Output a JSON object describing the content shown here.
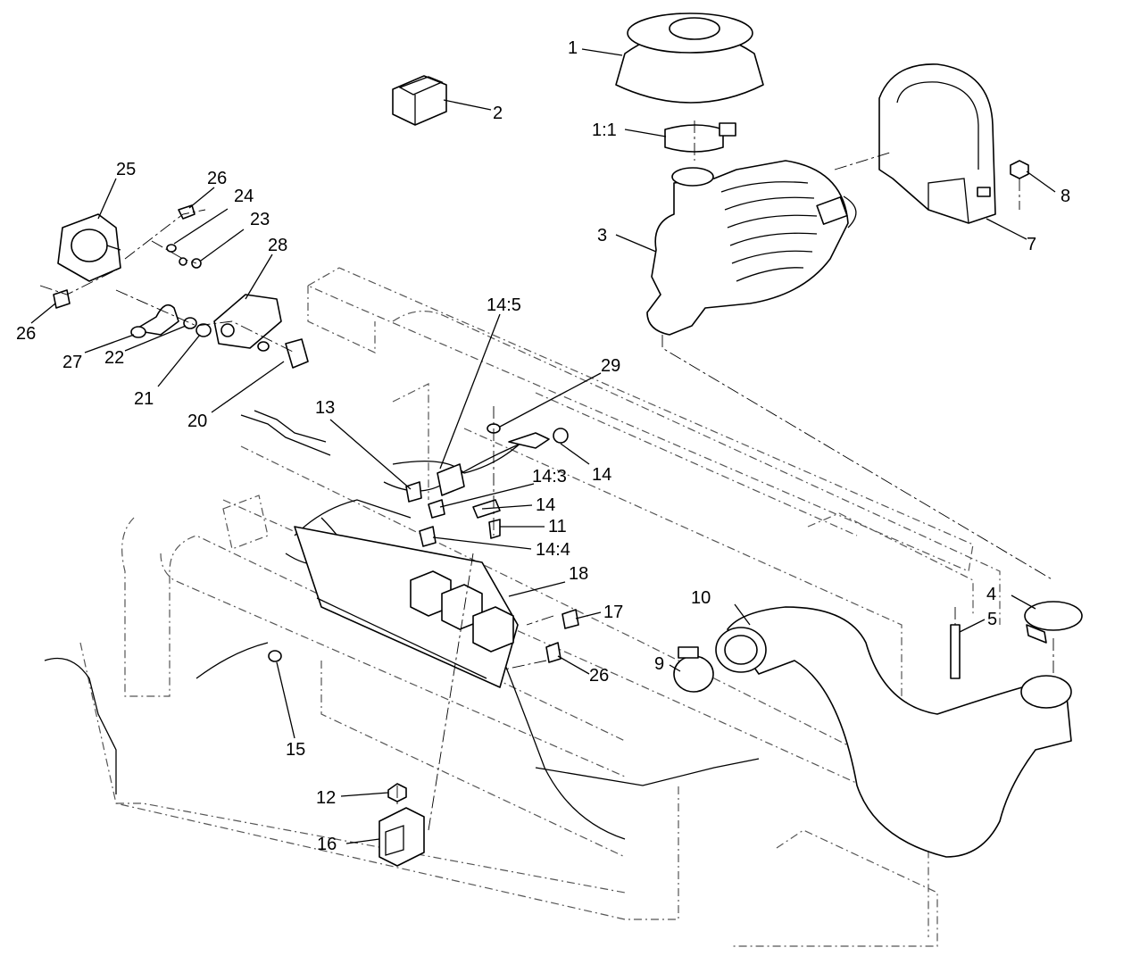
{
  "callouts": [
    {
      "id": "c1",
      "label": "1"
    },
    {
      "id": "c2",
      "label": "2"
    },
    {
      "id": "c1_1",
      "label": "1:1"
    },
    {
      "id": "c3",
      "label": "3"
    },
    {
      "id": "c4",
      "label": "4"
    },
    {
      "id": "c5",
      "label": "5"
    },
    {
      "id": "c7",
      "label": "7"
    },
    {
      "id": "c8",
      "label": "8"
    },
    {
      "id": "c9",
      "label": "9"
    },
    {
      "id": "c10",
      "label": "10"
    },
    {
      "id": "c11",
      "label": "11"
    },
    {
      "id": "c12",
      "label": "12"
    },
    {
      "id": "c13",
      "label": "13"
    },
    {
      "id": "c14a",
      "label": "14"
    },
    {
      "id": "c14b",
      "label": "14"
    },
    {
      "id": "c14_3",
      "label": "14:3"
    },
    {
      "id": "c14_4",
      "label": "14:4"
    },
    {
      "id": "c14_5",
      "label": "14:5"
    },
    {
      "id": "c15",
      "label": "15"
    },
    {
      "id": "c16",
      "label": "16"
    },
    {
      "id": "c17",
      "label": "17"
    },
    {
      "id": "c18",
      "label": "18"
    },
    {
      "id": "c20",
      "label": "20"
    },
    {
      "id": "c21",
      "label": "21"
    },
    {
      "id": "c22",
      "label": "22"
    },
    {
      "id": "c23",
      "label": "23"
    },
    {
      "id": "c24",
      "label": "24"
    },
    {
      "id": "c25",
      "label": "25"
    },
    {
      "id": "c26a",
      "label": "26"
    },
    {
      "id": "c26b",
      "label": "26"
    },
    {
      "id": "c26c",
      "label": "26"
    },
    {
      "id": "c27",
      "label": "27"
    },
    {
      "id": "c28",
      "label": "28"
    },
    {
      "id": "c29",
      "label": "29"
    }
  ]
}
